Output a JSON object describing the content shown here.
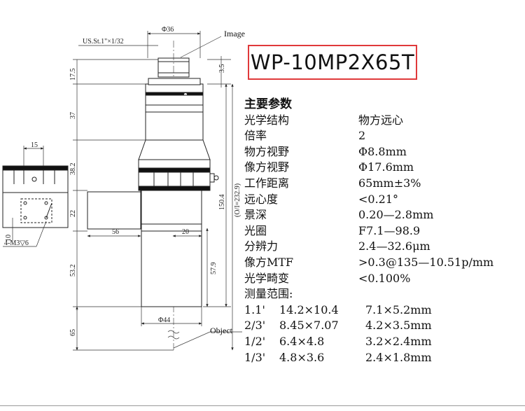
{
  "model": "WP-10MP2X65T",
  "drawing": {
    "label_image": "Image",
    "label_object": "Object",
    "mount_note": "US.St.1\"×1/32",
    "dim_top_dia": "Φ36",
    "dim_bottom_dia": "Φ44",
    "dim_3_5": "3.5",
    "dim_17_5": "17.5",
    "dim_37": "37",
    "dim_38_2": "38.2",
    "dim_22": "22",
    "dim_53_2": "53.2",
    "dim_65": "65",
    "dim_150_4": "150.4",
    "dim_232_9": "(O/I=232.9)",
    "dim_56": "56",
    "dim_20": "20",
    "dim_57_9": "57.9",
    "dim_15": "15",
    "dim_10": "10",
    "dim_screw": "4-M3▽6"
  },
  "specs": {
    "title": "主要参数",
    "rows": [
      {
        "k": "光学结构",
        "v": "物方远心"
      },
      {
        "k": "倍率",
        "v": "2"
      },
      {
        "k": "物方视野",
        "v": "Φ8.8mm"
      },
      {
        "k": "像方视野",
        "v": "Φ17.6mm"
      },
      {
        "k": "工作距离",
        "v": "65mm±3%"
      },
      {
        "k": "远心度",
        "v": "<0.21°"
      },
      {
        "k": "景深",
        "v": "0.20—2.8mm"
      },
      {
        "k": "光圈",
        "v": "F7.1—98.9"
      },
      {
        "k": "分辨力",
        "v": "2.4—32.6μm"
      },
      {
        "k": "像方MTF",
        "v": ">0.3@135—10.51p/mm"
      },
      {
        "k": "光学畸变",
        "v": "<0.100%"
      }
    ],
    "fov_title": "测量范围:",
    "fov_rows": [
      {
        "a": "1.1'",
        "b": "14.2×10.4",
        "c": "7.1×5.2mm"
      },
      {
        "a": "2/3'",
        "b": "8.45×7.07",
        "c": "4.2×3.5mm"
      },
      {
        "a": "1/2'",
        "b": "6.4×4.8",
        "c": "3.2×2.4mm"
      },
      {
        "a": "1/3'",
        "b": "4.8×3.6",
        "c": "2.4×1.8mm"
      }
    ]
  }
}
